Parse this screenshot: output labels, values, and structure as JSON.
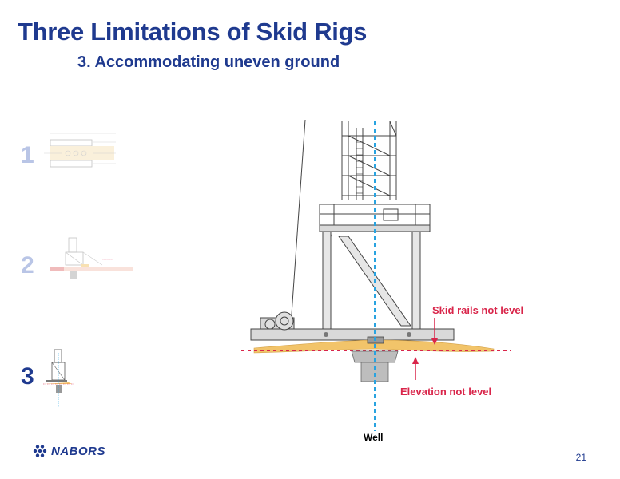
{
  "slide": {
    "title": "Three Limitations of Skid Rigs",
    "subtitle": "3. Accommodating uneven ground",
    "page_number": "21"
  },
  "thumbnails": [
    {
      "number": "1",
      "state": "dim"
    },
    {
      "number": "2",
      "state": "dim"
    },
    {
      "number": "3",
      "state": "active"
    }
  ],
  "diagram": {
    "callout_rails": "Skid rails not level",
    "callout_elevation": "Elevation not level",
    "well_label": "Well"
  },
  "logo": {
    "text": "NABORS"
  },
  "colors": {
    "title": "#1f3a8f",
    "dim_number": "#b9c5e6",
    "callout": "#d9254a",
    "well_line": "#29a3e0",
    "ground": "#f2c46a"
  }
}
